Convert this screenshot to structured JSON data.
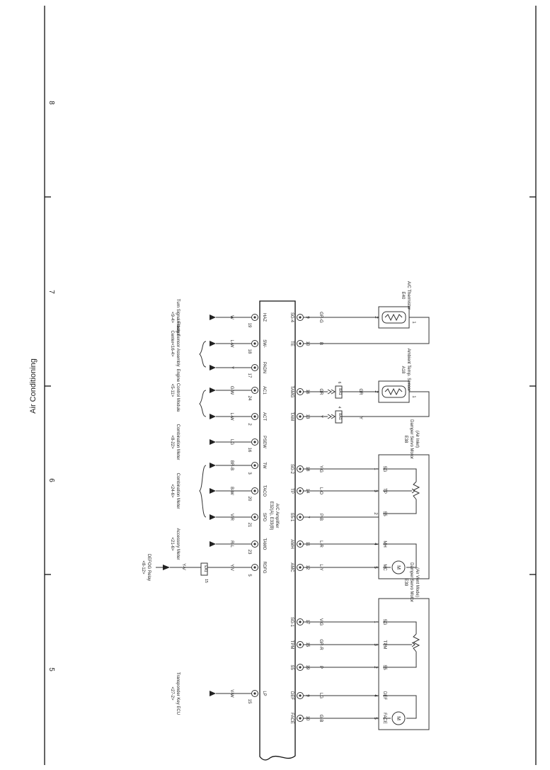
{
  "page": {
    "title": "Air Conditioning",
    "grid_numbers": [
      "8",
      "7",
      "6",
      "5"
    ]
  },
  "amplifier": {
    "codes": "E32(A), E33(B)",
    "name": "A/C Amplifier"
  },
  "left_pins": [
    {
      "name": "HAZ",
      "num": "19",
      "wire": "W",
      "dest": "Turn Signal Flasher",
      "ref": "<9-4>"
    },
    {
      "name": "SW-",
      "num": "18",
      "wire": "L-W",
      "dest": "Airbag Sensor Assembly",
      "ref": "Center<16-4>"
    },
    {
      "name": "PADN",
      "num": "17",
      "wire": "Y",
      "dest": "",
      "ref": ""
    },
    {
      "name": "AC1",
      "num": "24",
      "wire": "G-W",
      "dest": "Engine Control Module",
      "ref": "<5-11>"
    },
    {
      "name": "ACT",
      "num": "2",
      "wire": "L-W",
      "dest": "",
      "ref": ""
    },
    {
      "name": "PSEW",
      "num": "16",
      "wire": "LG",
      "dest": "Combination Meter",
      "ref": "<8-22>"
    },
    {
      "name": "TW",
      "num": "3",
      "wire": "BR-B",
      "dest": "",
      "ref": ""
    },
    {
      "name": "TACO",
      "num": "20",
      "wire": "B-W",
      "dest": "Combination Meter",
      "ref": "<24-6>"
    },
    {
      "name": "SPD",
      "num": "21",
      "wire": "V-R",
      "dest": "",
      "ref": ""
    },
    {
      "name": "TAMO",
      "num": "23",
      "wire": "R-L",
      "dest": "Accessory Meter",
      "ref": "<21-6>"
    },
    {
      "name": "RDFG",
      "num": "5",
      "wire": "Y-V",
      "dest": "DEFOG Relay",
      "ref": "<8-12>"
    },
    {
      "name": "LP",
      "num": "15",
      "wire": "V-W",
      "dest": "Transponder Key ECU",
      "ref": "<27-2>"
    }
  ],
  "right_pins": [
    {
      "name": "SG-4",
      "num": "9",
      "wire": "GR-G"
    },
    {
      "name": "TE",
      "num": "10",
      "wire": "B"
    },
    {
      "name": "TAMG",
      "num": "16",
      "wire": "GR"
    },
    {
      "name": "TAM",
      "num": "13",
      "wire": "Y"
    },
    {
      "name": "SG-2",
      "num": "18",
      "wire": "Y-G"
    },
    {
      "name": "TP",
      "num": "14",
      "wire": "L-O"
    },
    {
      "name": "S5-1",
      "num": "7",
      "wire": "P-B"
    },
    {
      "name": "AMH",
      "num": "11",
      "wire": "L-R"
    },
    {
      "name": "AMC",
      "num": "12",
      "wire": "L-Y"
    },
    {
      "name": "SG-1",
      "num": "17",
      "wire": "V-G"
    },
    {
      "name": "TPM",
      "num": "15",
      "wire": "GR-R"
    },
    {
      "name": "S5",
      "num": "19",
      "wire": "P"
    },
    {
      "name": "DEF",
      "num": "9",
      "wire": "LG"
    },
    {
      "name": "FACE",
      "num": "10",
      "wire": "G-B"
    }
  ],
  "junctions": {
    "left": {
      "code": "EA1",
      "pin": "15",
      "wire": "Y-V"
    },
    "tamg": {
      "code": "BA1",
      "pin": "6",
      "wire": "GR"
    },
    "tam": {
      "code": "BA1",
      "pin": "4",
      "wire": "Y"
    }
  },
  "components": {
    "thermistor": {
      "code": "E40",
      "name": "A/C Thermistor",
      "pin_top": "2",
      "pin_bottom": "1"
    },
    "ambient": {
      "code": "A18",
      "name": "Ambient Temp. Sensor",
      "pin_top": "2",
      "pin_bottom": "1"
    },
    "air_inlet_motor": {
      "code": "E38",
      "name": "Damper Servo Motor",
      "mode": "(Air Inlet)",
      "labels": [
        "SG",
        "TP",
        "S5",
        "MH",
        "MC"
      ],
      "pins": [
        "1",
        "3",
        "2",
        "4",
        "5"
      ],
      "motor": "M"
    },
    "air_vent_motor": {
      "code": "E39",
      "name": "Damper Servo Motor",
      "mode": "(Air Vent Mode)",
      "labels": [
        "SG",
        "TPM",
        "S5",
        "DEF",
        "FACE"
      ],
      "pins": [
        "1",
        "3",
        "2",
        "4",
        "5"
      ],
      "motor": "M"
    }
  }
}
